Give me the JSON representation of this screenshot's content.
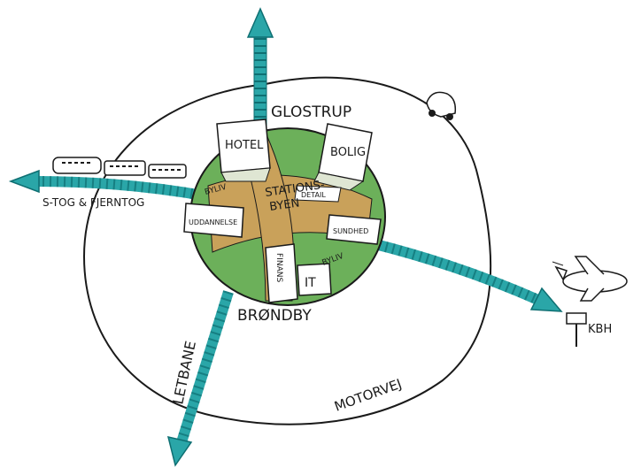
{
  "diagram": {
    "labels": {
      "north": "GLOSTRUP",
      "south": "BRØNDBY",
      "west": "S-TOG & FJERNTOG",
      "east": "KBH",
      "southwest": "LETBANE",
      "southeast": "MOTORVEJ",
      "center": [
        "STATIONS-",
        "BYEN"
      ]
    },
    "buildings": {
      "hotel": "HOTEL",
      "bolig": "BOLIG",
      "detail": "DETAIL",
      "uddannelse": "UDDANNELSE",
      "sundhed": "SUNDHED",
      "finans": "FINANS",
      "it": "IT"
    },
    "street_life": [
      "BYLIV",
      "BYLIV"
    ],
    "icons": [
      "train-icon",
      "car-icon",
      "airplane-icon",
      "road-sign-icon"
    ],
    "colors": {
      "arrow": "#2aa6a8",
      "arrow_dark": "#0e6f72",
      "ground": "#c9a15a",
      "green": "#6cb05a",
      "ink": "#1a1a1a"
    }
  }
}
